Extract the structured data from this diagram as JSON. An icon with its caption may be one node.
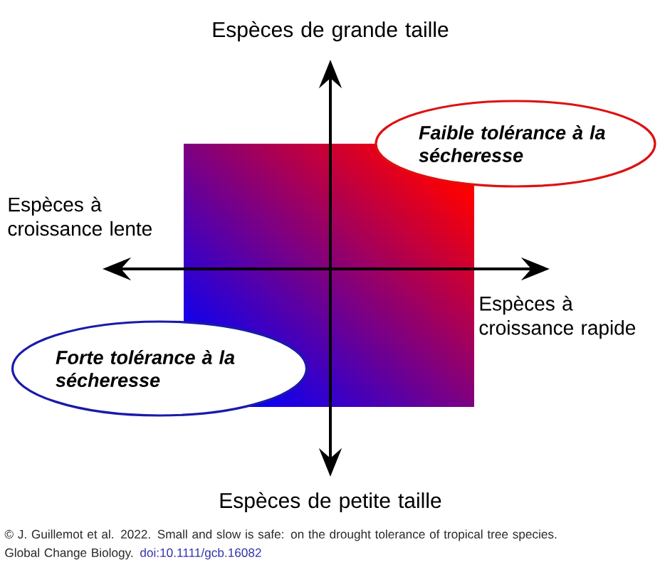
{
  "diagram": {
    "caption": "© J. Guillemot et al. 2022. Small and slow is safe: on the drought tolerance of tropical tree species. Global Change Biology.",
    "nodes": [
      {
        "text": [
          "Faible tolérance à la sécheresse"
        ]
      },
      {
        "text": [
          "Forte tolérance à la sécheresse"
        ]
      }
    ],
    "labels": [
      "Espèces de grande taille",
      "Espèces à croissance lente",
      "Espèces à croissance rapide",
      "Espèces de petite taille",
      "doi:10.1111/gcb.16082"
    ]
  }
}
